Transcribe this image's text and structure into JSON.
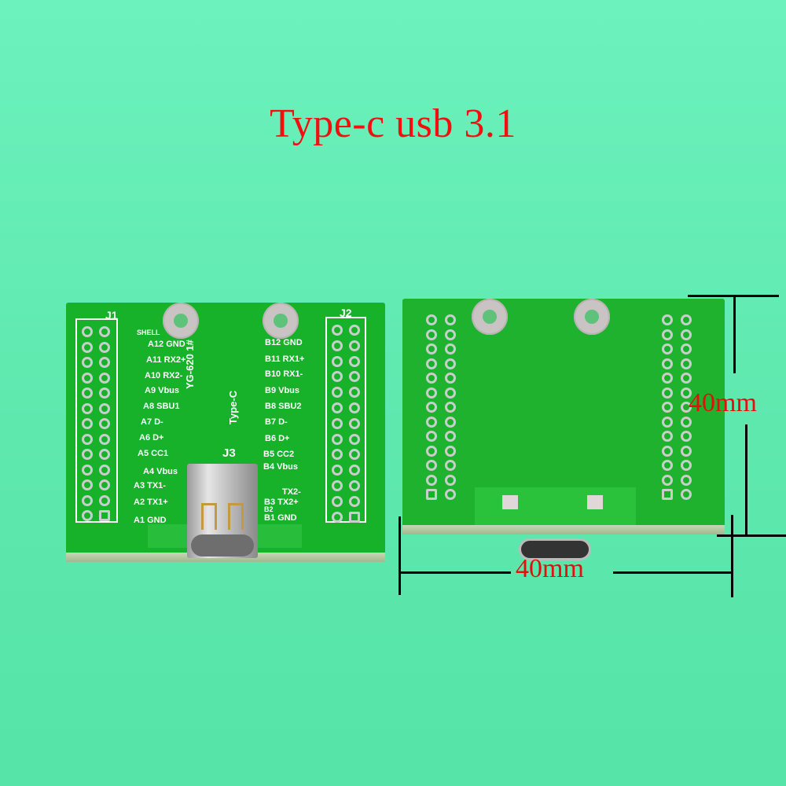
{
  "title": "Type-c usb 3.1",
  "front_board": {
    "header_left": "J1",
    "header_right": "J2",
    "connector_label": "J3",
    "model_text": "YG-620 1#",
    "type_text": "Type-C",
    "left_pins": [
      "SHELL",
      "A12 GND",
      "A11 RX2+",
      "A10 RX2-",
      "A9 Vbus",
      "A8 SBU1",
      "A7 D-",
      "A6 D+",
      "A5 CC1",
      "A4 Vbus",
      "A3 TX1-",
      "A2 TX1+",
      "A1 GND"
    ],
    "right_pins": [
      "B12 GND",
      "B11 RX1+",
      "B10 RX1-",
      "B9 Vbus",
      "B8 SBU2",
      "B7 D-",
      "B6 D+",
      "B5 CC2",
      "B4 Vbus",
      "TX2-",
      "B3 TX2+",
      "B2",
      "B1 GND"
    ]
  },
  "dimensions": {
    "height_label": "40mm",
    "width_label": "40mm"
  },
  "colors": {
    "background": "#63efb4",
    "pcb": "#17b12a",
    "title": "#f20f0f"
  }
}
